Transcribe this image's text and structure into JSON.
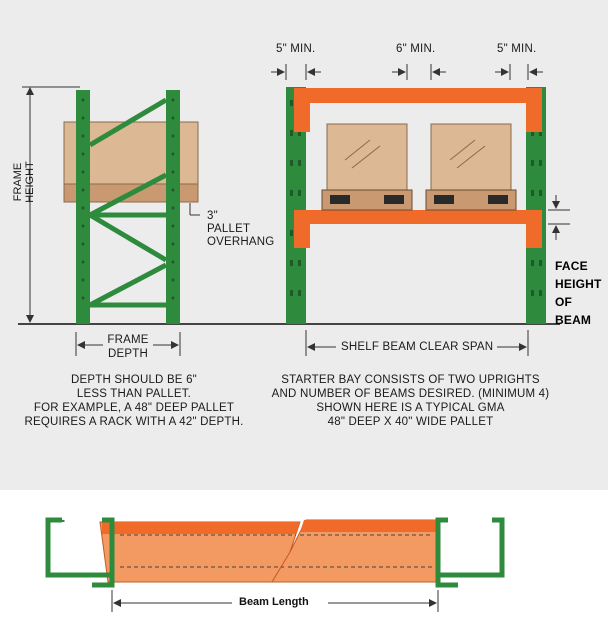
{
  "labels": {
    "frame_height": [
      "FRAME",
      "HEIGHT"
    ],
    "pallet_overhang": [
      "3\"",
      "PALLET",
      "OVERHANG"
    ],
    "frame_depth": [
      "FRAME",
      "DEPTH"
    ],
    "min_left": "5\" MIN.",
    "min_mid": "6\" MIN.",
    "min_right": "5\" MIN.",
    "face_height": [
      "FACE",
      "HEIGHT",
      "OF",
      "BEAM"
    ],
    "shelf_span": "SHELF BEAM CLEAR SPAN",
    "beam_length": "Beam Length"
  },
  "captions": {
    "left": [
      "DEPTH SHOULD BE 6\"",
      "LESS THAN PALLET.",
      "FOR EXAMPLE, A 48\" DEEP PALLET",
      "REQUIRES A RACK WITH A 42\" DEPTH."
    ],
    "right": [
      "STARTER BAY CONSISTS OF TWO UPRIGHTS",
      "AND NUMBER OF BEAMS DESIRED. (MINIMUM 4)",
      "SHOWN HERE IS A TYPICAL GMA",
      "48\" DEEP X 40\" WIDE PALLET"
    ]
  },
  "colors": {
    "upright_green": "#2e8b3e",
    "beam_orange": "#f06a2a",
    "pallet_tan": "#dcb895",
    "pallet_base": "#c99a72",
    "line": "#333333"
  }
}
